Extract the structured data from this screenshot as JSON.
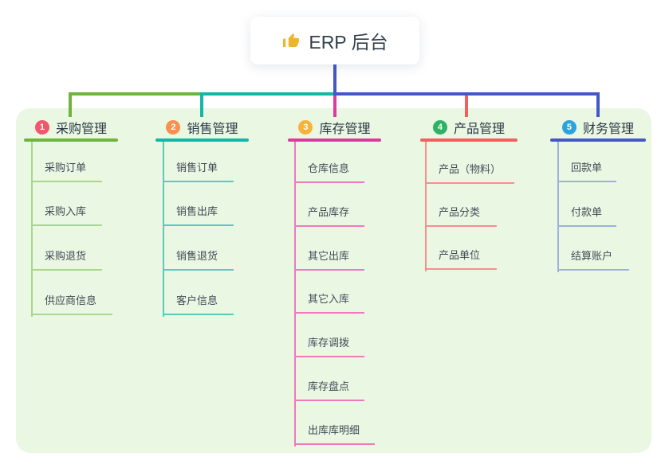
{
  "canvas": {
    "background": "#ffffff",
    "panel_bg": "#eaf7e3"
  },
  "root": {
    "label": "ERP 后台",
    "icon": "thumbs-up",
    "icon_color": "#f0b42a"
  },
  "branches": [
    {
      "number": "1",
      "label": "采购管理",
      "badge_color": "#f2566b",
      "line_color": "#6eb43f",
      "child_line_color": "#a9d68c",
      "children": [
        {
          "label": "采购订单"
        },
        {
          "label": "采购入库"
        },
        {
          "label": "采购退货"
        },
        {
          "label": "供应商信息"
        }
      ]
    },
    {
      "number": "2",
      "label": "销售管理",
      "badge_color": "#f9914d",
      "line_color": "#14b6a5",
      "child_line_color": "#5cc9bd",
      "children": [
        {
          "label": "销售订单"
        },
        {
          "label": "销售出库"
        },
        {
          "label": "销售退货"
        },
        {
          "label": "客户信息"
        }
      ]
    },
    {
      "number": "3",
      "label": "库存管理",
      "badge_color": "#f7b239",
      "line_color": "#dd3a9e",
      "child_line_color": "#ee79bd",
      "children": [
        {
          "label": "仓库信息"
        },
        {
          "label": "产品库存"
        },
        {
          "label": "其它出库"
        },
        {
          "label": "其它入库"
        },
        {
          "label": "库存调拨"
        },
        {
          "label": "库存盘点"
        },
        {
          "label": "出库库明细"
        }
      ]
    },
    {
      "number": "4",
      "label": "产品管理",
      "badge_color": "#2eb363",
      "line_color": "#f25f5f",
      "child_line_color": "#f59090",
      "children": [
        {
          "label": "产品（物料）"
        },
        {
          "label": "产品分类"
        },
        {
          "label": "产品单位"
        }
      ]
    },
    {
      "number": "5",
      "label": "财务管理",
      "badge_color": "#2ba3dc",
      "line_color": "#4457c6",
      "child_line_color": "#9cb2dd",
      "children": [
        {
          "label": "回款单"
        },
        {
          "label": "付款单"
        },
        {
          "label": "结算账户"
        }
      ]
    }
  ]
}
